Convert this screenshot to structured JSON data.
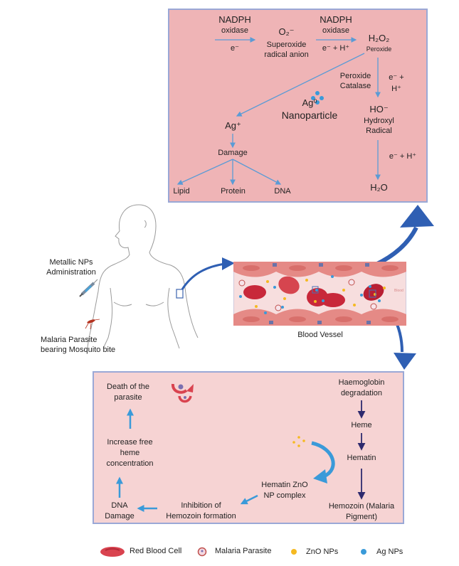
{
  "top_panel": {
    "enzyme1": {
      "line1": "NADPH",
      "line2": "oxidase",
      "below": "e⁻"
    },
    "superoxide": {
      "formula": "O₂⁻",
      "line1": "Superoxide",
      "line2": "radical anion"
    },
    "enzyme2": {
      "line1": "NADPH",
      "line2": "oxidase",
      "below": "e⁻ + H⁺"
    },
    "peroxide": {
      "formula": "H₂O₂",
      "label": "Peroxide"
    },
    "catalase": {
      "line1": "Peroxide",
      "line2": "Catalase"
    },
    "catalase_cofactor": {
      "line1": "e⁻ +",
      "line2": "H⁺"
    },
    "nanoparticle": {
      "formula": "Ag⁰",
      "label": "Nanoparticle"
    },
    "hydroxyl": {
      "formula": "HO⁻",
      "line1": "Hydroxyl",
      "line2": "Radical"
    },
    "water_cofactor": "e⁻ + H⁺",
    "water": "H₂O",
    "ag_ion": "Ag⁺",
    "damage": "Damage",
    "targets": [
      "Lipid",
      "Protein",
      "DNA"
    ]
  },
  "human": {
    "administration": {
      "line1": "Metallic NPs",
      "line2": "Administration"
    },
    "bite": {
      "line1": "Malaria Parasite",
      "line2": "bearing Mosquito bite"
    }
  },
  "vessel": {
    "label": "Blood Vessel",
    "tag": "Blood"
  },
  "bottom_panel": {
    "death": {
      "line1": "Death of the",
      "line2": "parasite"
    },
    "heme_conc": {
      "line1": "Increase free",
      "line2": "heme",
      "line3": "concentration"
    },
    "dna_damage": {
      "line1": "DNA",
      "line2": "Damage"
    },
    "inhibition": {
      "line1": "Inhibition of",
      "line2": "Hemozoin formation"
    },
    "complex": {
      "line1": "Hematin ZnO",
      "line2": "NP complex"
    },
    "pathway": {
      "step1": {
        "line1": "Haemoglobin",
        "line2": "degradation"
      },
      "step2": "Heme",
      "step3": "Hematin",
      "step4": {
        "line1": "Hemozoin (Malaria",
        "line2": "Pigment)"
      }
    }
  },
  "legend": {
    "items": [
      {
        "label": "Red Blood Cell",
        "icon": "red-blood-cell-icon",
        "color": "#d9434f"
      },
      {
        "label": "Malaria Parasite",
        "icon": "malaria-parasite-icon",
        "color": "#c0504d"
      },
      {
        "label": "ZnO NPs",
        "icon": "dot",
        "color": "#f5b921"
      },
      {
        "label": "Ag NPs",
        "icon": "dot",
        "color": "#3a9ad9"
      }
    ]
  },
  "colors": {
    "top_box": "#efb4b6",
    "bottom_box": "#f6d3d3",
    "box_border": "#9aa8d6",
    "thin_arrow": "#5b9bd5",
    "big_arrow": "#2f5fb3",
    "dark_arrow": "#2e2a6e",
    "zno": "#f5b921",
    "ag": "#3a9ad9"
  }
}
